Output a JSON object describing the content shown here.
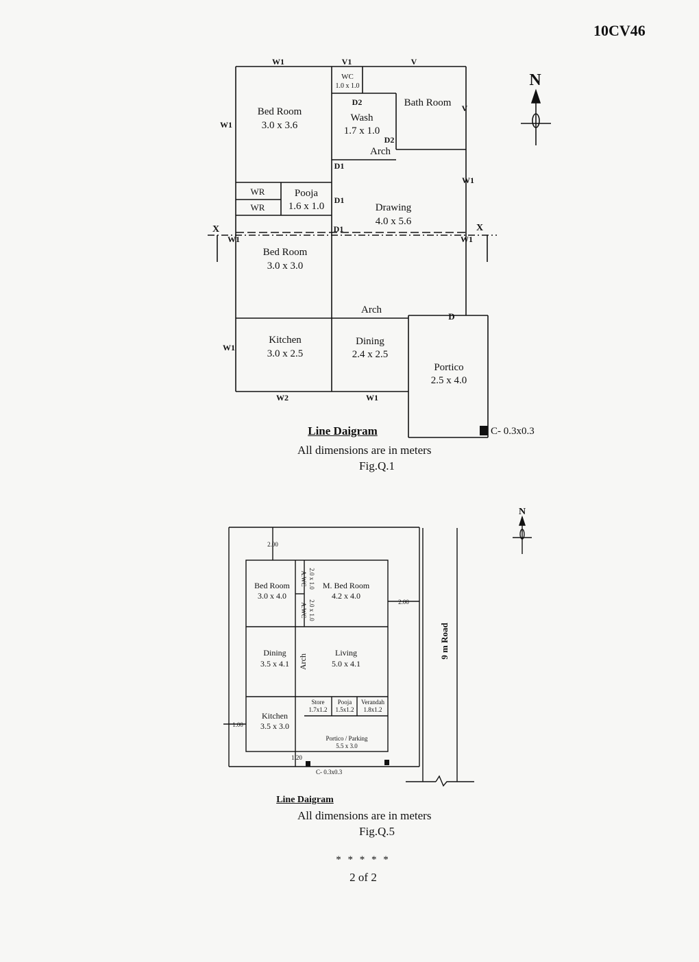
{
  "header": {
    "code": "10CV46"
  },
  "fig1": {
    "rooms": {
      "bed1": [
        "Bed Room",
        "3.0 x 3.6"
      ],
      "wc": [
        "WC",
        "1.0 x 1.0"
      ],
      "wash": [
        "Wash",
        "1.7 x 1.0"
      ],
      "bath": [
        "Bath Room"
      ],
      "wr": [
        "WR",
        "WR"
      ],
      "pooja": [
        "Pooja",
        "1.6 x 1.0"
      ],
      "drawing": [
        "Drawing",
        "4.0 x 5.6"
      ],
      "bed2": [
        "Bed Room",
        "3.0 x 3.0"
      ],
      "kitchen": [
        "Kitchen",
        "3.0 x 2.5"
      ],
      "dining": [
        "Dining",
        "2.4 x 2.5"
      ],
      "portico": [
        "Portico",
        "2.5 x 4.0"
      ]
    },
    "openings": {
      "w1": "W1",
      "v1": "V1",
      "v": "V",
      "d1": "D1",
      "d2": "D2",
      "d": "D",
      "w2": "W2",
      "arch": "Arch",
      "x": "X"
    },
    "column": "C- 0.3x0.3",
    "north": "N",
    "title": "Line Daigram",
    "subtitle": "All dimensions are in meters",
    "fig": "Fig.Q.1"
  },
  "fig5": {
    "rooms": {
      "bed": [
        "Bed Room",
        "3.0  x 4.0"
      ],
      "awc1": [
        "A.WC",
        "2.0 x 1.0"
      ],
      "awc2": [
        "A.WC",
        "2.0 x 1.0"
      ],
      "mbed": [
        "M. Bed Room",
        "4.2 x 4.0"
      ],
      "dining": [
        "Dining",
        "3.5 x 4.1"
      ],
      "living": [
        "Living",
        "5.0 x 4.1"
      ],
      "store": [
        "Store",
        "1.7x1.2"
      ],
      "pooja": [
        "Pooja",
        "1.5x1.2"
      ],
      "verandah": [
        "Verandah",
        "1.8x1.2"
      ],
      "kitchen": [
        "Kitchen",
        "3.5 x 3.0"
      ],
      "portico": [
        "Portico / Parking",
        "5.5 x 3.0"
      ]
    },
    "dims": {
      "d200a": "2.00",
      "d200b": "2.00",
      "d100": "1.00",
      "d120": "1.20"
    },
    "arch": "Arch",
    "road": "9 m Road",
    "column": "C- 0.3x0.3",
    "north": "N",
    "title": "Line Daigram",
    "subtitle": "All dimensions are in meters",
    "fig": "Fig.Q.5"
  },
  "footer": {
    "stars": "* * * * *",
    "page": "2 of 2"
  }
}
